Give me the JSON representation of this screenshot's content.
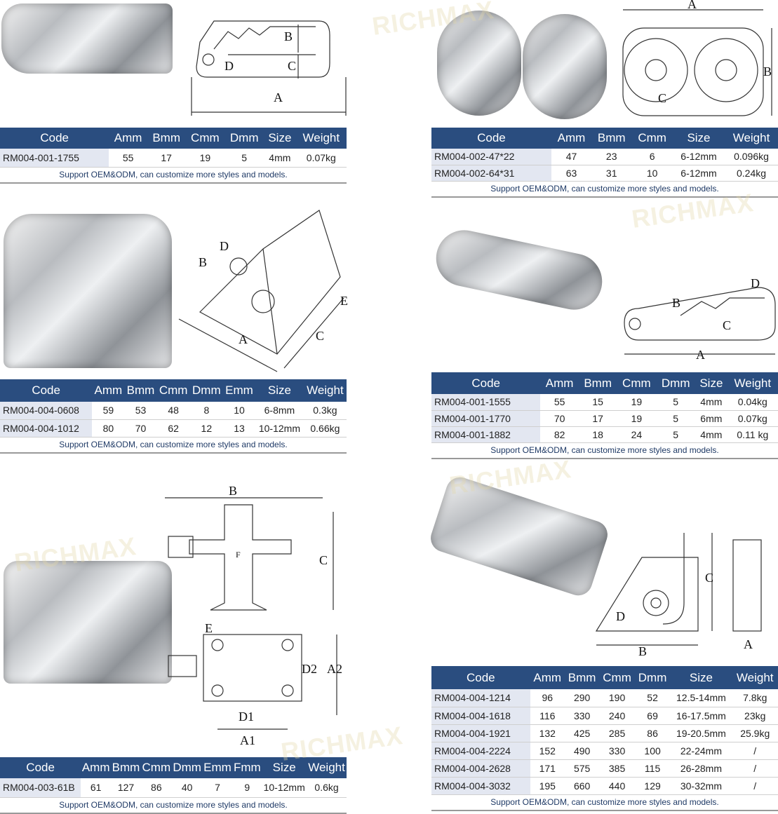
{
  "watermark": "RICHMAX",
  "colors": {
    "header_bg": "#2a4d7f",
    "code_bg": "#e3e7f1"
  },
  "note": "Support OEM&ODM, can customize more styles and models.",
  "panels": [
    {
      "drawing_labels": [
        "A",
        "B",
        "C",
        "D"
      ],
      "headers": [
        "Code",
        "Amm",
        "Bmm",
        "Cmm",
        "Dmm",
        "Size",
        "Weight"
      ],
      "rows": [
        [
          "RM004-001-1755",
          "55",
          "17",
          "19",
          "5",
          "4mm",
          "0.07kg"
        ]
      ]
    },
    {
      "drawing_labels": [
        "A",
        "B",
        "C"
      ],
      "headers": [
        "Code",
        "Amm",
        "Bmm",
        "Cmm",
        "Size",
        "Weight"
      ],
      "rows": [
        [
          "RM004-002-47*22",
          "47",
          "23",
          "6",
          "6-12mm",
          "0.096kg"
        ],
        [
          "RM004-002-64*31",
          "63",
          "31",
          "10",
          "6-12mm",
          "0.24kg"
        ]
      ]
    },
    {
      "drawing_labels": [
        "A",
        "B",
        "C",
        "D",
        "E"
      ],
      "headers": [
        "Code",
        "Amm",
        "Bmm",
        "Cmm",
        "Dmm",
        "Emm",
        "Size",
        "Weight"
      ],
      "rows": [
        [
          "RM004-004-0608",
          "59",
          "53",
          "48",
          "8",
          "10",
          "6-8mm",
          "0.3kg"
        ],
        [
          "RM004-004-1012",
          "80",
          "70",
          "62",
          "12",
          "13",
          "10-12mm",
          "0.66kg"
        ]
      ]
    },
    {
      "drawing_labels": [
        "A",
        "B",
        "C",
        "D"
      ],
      "headers": [
        "Code",
        "Amm",
        "Bmm",
        "Cmm",
        "Dmm",
        "Size",
        "Weight"
      ],
      "rows": [
        [
          "RM004-001-1555",
          "55",
          "15",
          "19",
          "5",
          "4mm",
          "0.04kg"
        ],
        [
          "RM004-001-1770",
          "70",
          "17",
          "19",
          "5",
          "6mm",
          "0.07kg"
        ],
        [
          "RM004-001-1882",
          "82",
          "18",
          "24",
          "5",
          "4mm",
          "0.11 kg"
        ]
      ]
    },
    {
      "drawing_labels": [
        "B",
        "C",
        "F",
        "E",
        "D2",
        "A2",
        "D1",
        "A1"
      ],
      "headers": [
        "Code",
        "Amm",
        "Bmm",
        "Cmm",
        "Dmm",
        "Emm",
        "Fmm",
        "Size",
        "Weight"
      ],
      "rows": [
        [
          "RM004-003-61B",
          "61",
          "127",
          "86",
          "40",
          "7",
          "9",
          "10-12mm",
          "0.6kg"
        ]
      ]
    },
    {
      "drawing_labels": [
        "C",
        "D",
        "B",
        "A"
      ],
      "headers": [
        "Code",
        "Amm",
        "Bmm",
        "Cmm",
        "Dmm",
        "Size",
        "Weight"
      ],
      "rows": [
        [
          "RM004-004-1214",
          "96",
          "290",
          "190",
          "52",
          "12.5-14mm",
          "7.8kg"
        ],
        [
          "RM004-004-1618",
          "116",
          "330",
          "240",
          "69",
          "16-17.5mm",
          "23kg"
        ],
        [
          "RM004-004-1921",
          "132",
          "425",
          "285",
          "86",
          "19-20.5mm",
          "25.9kg"
        ],
        [
          "RM004-004-2224",
          "152",
          "490",
          "330",
          "100",
          "22-24mm",
          "/"
        ],
        [
          "RM004-004-2628",
          "171",
          "575",
          "385",
          "115",
          "26-28mm",
          "/"
        ],
        [
          "RM004-004-3032",
          "195",
          "660",
          "440",
          "129",
          "30-32mm",
          "/"
        ]
      ]
    }
  ]
}
